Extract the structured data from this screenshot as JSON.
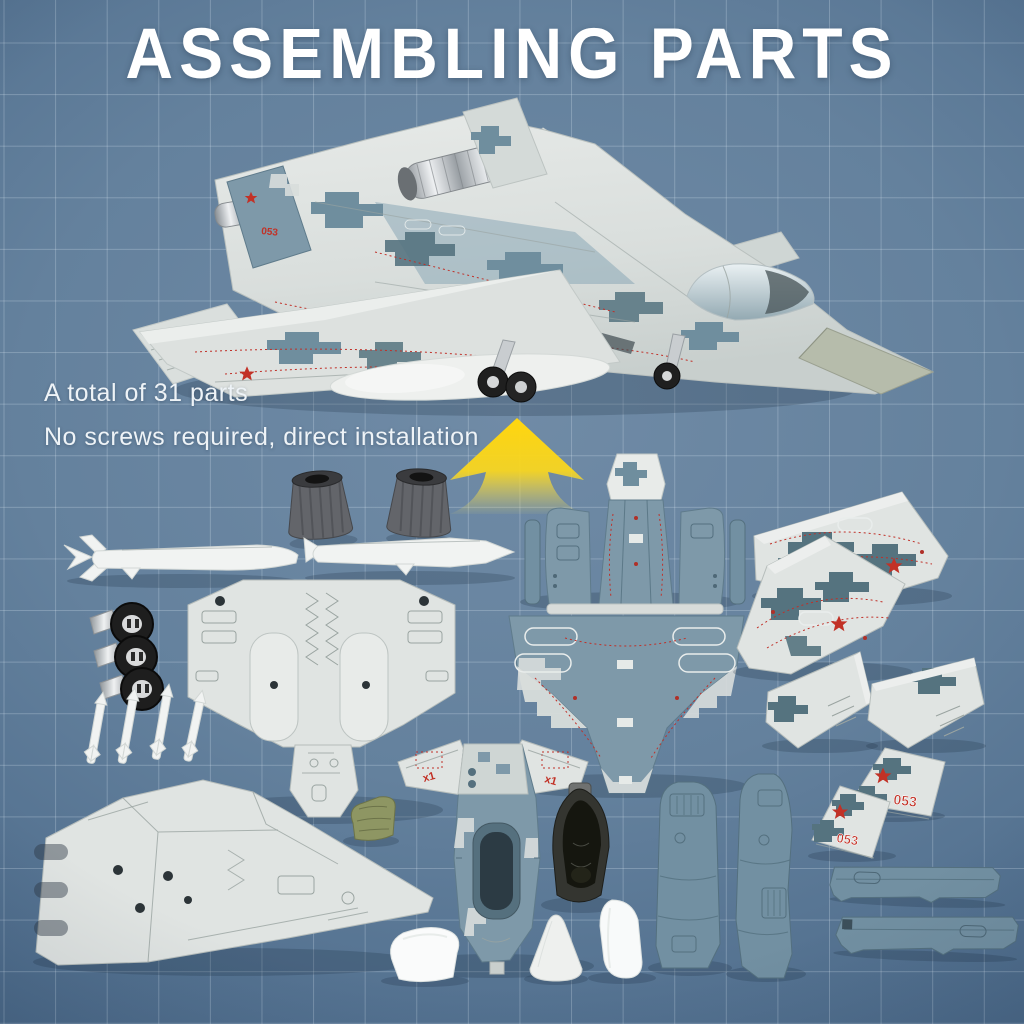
{
  "title": "ASSEMBLING PARTS",
  "caption": {
    "line1": "A total of 31 parts",
    "line2": "No screws required, direct installation"
  },
  "markings": {
    "tail_number": "053",
    "quantity": "x1"
  },
  "hero": {
    "description": "assembled pixel-camouflage fighter jet model, nose pointing right, on landing gear"
  },
  "arrow": {
    "meaning": "parts below assemble into jet above",
    "color": "#ffd60e"
  },
  "colors": {
    "background_center": "#6e8aa5",
    "background_edge": "#3e5c7d",
    "grid_line": "#dceaf5",
    "title_text": "#ffffff",
    "caption_text": "#eef3f7",
    "airframe_light_gray": "#e0e4e2",
    "plastic_blue_gray": "#7e99a9",
    "camo_dark_pixel": "#55737f",
    "marking_red": "#c23126",
    "chrome": "#c7ccd0",
    "tire_black": "#1f1f1f",
    "seat_green": "#8e9663",
    "radome_green_gray": "#b6bcab"
  },
  "parts": [
    {
      "name": "engine-nozzle",
      "count": 2
    },
    {
      "name": "cruise-missile",
      "count": 2
    },
    {
      "name": "landing-gear-wheel",
      "count": 3
    },
    {
      "name": "wing-underside-section",
      "count": 1
    },
    {
      "name": "small-missile",
      "count": 4
    },
    {
      "name": "lower-fuselage",
      "count": 1
    },
    {
      "name": "ejection-seat",
      "count": 1
    },
    {
      "name": "forward-upper-fuselage",
      "count": 1
    },
    {
      "name": "intake-nacelle-top",
      "count": 2
    },
    {
      "name": "mid-upper-fuselage",
      "count": 1
    },
    {
      "name": "main-wing",
      "count": 2
    },
    {
      "name": "horizontal-stabilizer",
      "count": 2
    },
    {
      "name": "vertical-fin",
      "count": 2
    },
    {
      "name": "fuselage-side-strip",
      "count": 2
    },
    {
      "name": "cockpit-section",
      "count": 1
    },
    {
      "name": "cockpit-tub",
      "count": 1
    },
    {
      "name": "engine-nacelle-half",
      "count": 2
    },
    {
      "name": "nose-cone",
      "count": 1
    },
    {
      "name": "canopy-glass",
      "count": 2
    }
  ]
}
